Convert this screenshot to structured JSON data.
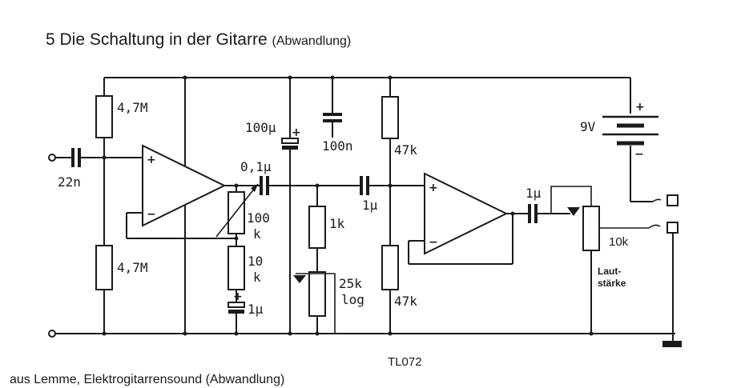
{
  "title": {
    "main": "5 Die Schaltung in der Gitarre",
    "sub": "(Abwandlung)"
  },
  "source": "aus Lemme, Elektrogitarrensound  (Abwandlung)",
  "part_number": "TL072",
  "labels": {
    "r1": "4,7M",
    "r2": "4,7M",
    "c_in": "22n",
    "c_out1": "0,1µ",
    "c_elko": "100µ",
    "c_bypass": "100n",
    "trim_a": "100",
    "trim_b": "k",
    "r10k_a": "10",
    "r10k_b": "k",
    "c_1u_low": "1µ",
    "r1k": "1k",
    "pot25_a": "25k",
    "pot25_b": "log",
    "c_1u_mid": "1µ",
    "r47k_top": "47k",
    "r47k_bot": "47k",
    "c_1u_out": "1µ",
    "pot10k": "10k",
    "vol_a": "Laut-",
    "vol_b": "stärke",
    "battery": "9V",
    "plus": "+",
    "minus": "−"
  }
}
